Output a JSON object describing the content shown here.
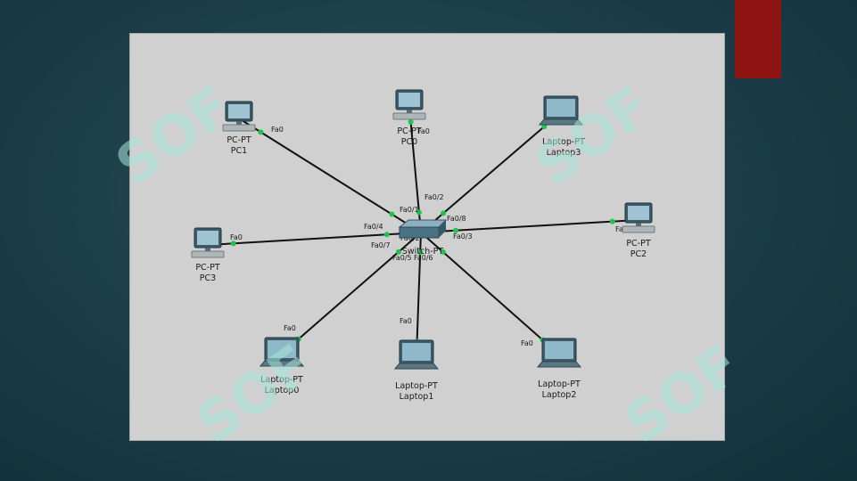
{
  "slide": {
    "accent_color": "#8e1414",
    "background_color": "#1d3f4a",
    "panel_color": "#cfd0cf"
  },
  "diagram": {
    "switch": {
      "id": "switch",
      "label": "Switch-PT",
      "icon": "switch-icon"
    },
    "nodes": [
      {
        "id": "pc1",
        "type": "pc",
        "name": "PC-PT",
        "label": "PC1",
        "icon": "pc-icon"
      },
      {
        "id": "pc0",
        "type": "pc",
        "name": "PC-PT",
        "label": "PC0",
        "icon": "pc-icon"
      },
      {
        "id": "laptop3",
        "type": "laptop",
        "name": "Laptop-PT",
        "label": "Laptop3",
        "icon": "laptop-icon"
      },
      {
        "id": "pc3",
        "type": "pc",
        "name": "PC-PT",
        "label": "PC3",
        "icon": "pc-icon"
      },
      {
        "id": "pc2",
        "type": "pc",
        "name": "PC-PT",
        "label": "PC2",
        "icon": "pc-icon"
      },
      {
        "id": "laptop0",
        "type": "laptop",
        "name": "Laptop-PT",
        "label": "Laptop0",
        "icon": "laptop-icon"
      },
      {
        "id": "laptop1",
        "type": "laptop",
        "name": "Laptop-PT",
        "label": "Laptop1",
        "icon": "laptop-icon"
      },
      {
        "id": "laptop2",
        "type": "laptop",
        "name": "Laptop-PT",
        "label": "Laptop2",
        "icon": "laptop-icon"
      }
    ],
    "links": [
      {
        "from": "pc1",
        "device_port": "Fa0",
        "switch_port": "Fa0/1"
      },
      {
        "from": "pc0",
        "device_port": "Fa0",
        "switch_port": "Fa0/2"
      },
      {
        "from": "laptop3",
        "device_port": "",
        "switch_port": "Fa0/8"
      },
      {
        "from": "pc3",
        "device_port": "Fa0",
        "switch_port": "Fa0/4"
      },
      {
        "from": "pc2",
        "device_port": "Fa0",
        "switch_port": "Fa0/3"
      },
      {
        "from": "laptop0",
        "device_port": "Fa0",
        "switch_port": "Fa0/7"
      },
      {
        "from": "laptop1",
        "device_port": "Fa0",
        "switch_port": "Fa0/5"
      },
      {
        "from": "laptop2",
        "device_port": "Fa0",
        "switch_port": "Fa0/6"
      }
    ],
    "extra_labels": [
      "Fa0/2"
    ],
    "link_color": "#111111",
    "port_indicator_color": "#1fc24a"
  }
}
